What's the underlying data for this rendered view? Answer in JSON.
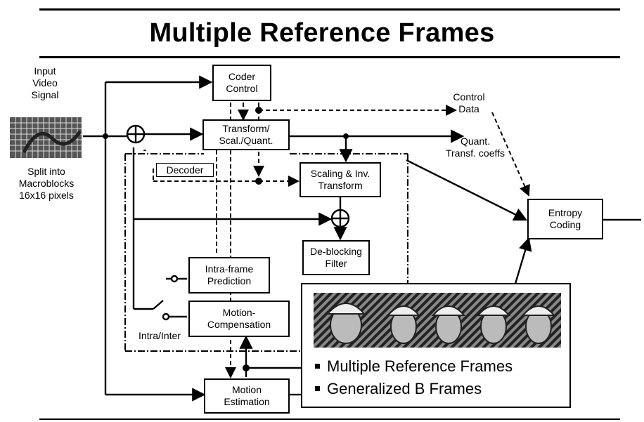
{
  "title": "Multiple Reference Frames",
  "labels": {
    "input": "Input\nVideo\nSignal",
    "split": "Split into\nMacroblocks\n16x16 pixels",
    "control_data": "Control\nData",
    "quant_coeffs": "Quant.\nTransf. coeffs",
    "intra_inter": "Intra/Inter",
    "decoder": "Decoder",
    "minus": "-"
  },
  "blocks": {
    "coder_control": "Coder\nControl",
    "transform": "Transform/\nScal./Quant.",
    "scaling": "Scaling & Inv.\nTransform",
    "deblocking": "De-blocking\nFilter",
    "intra_pred": "Intra-frame\nPrediction",
    "motion_comp": "Motion-\nCompensation",
    "motion_est": "Motion\nEstimation",
    "entropy": "Entropy\nCoding"
  },
  "callout": {
    "bullets": [
      "Multiple Reference Frames",
      "Generalized B Frames"
    ],
    "frame_count": 5
  },
  "colors": {
    "ink": "#000000",
    "background": "#ffffff"
  }
}
